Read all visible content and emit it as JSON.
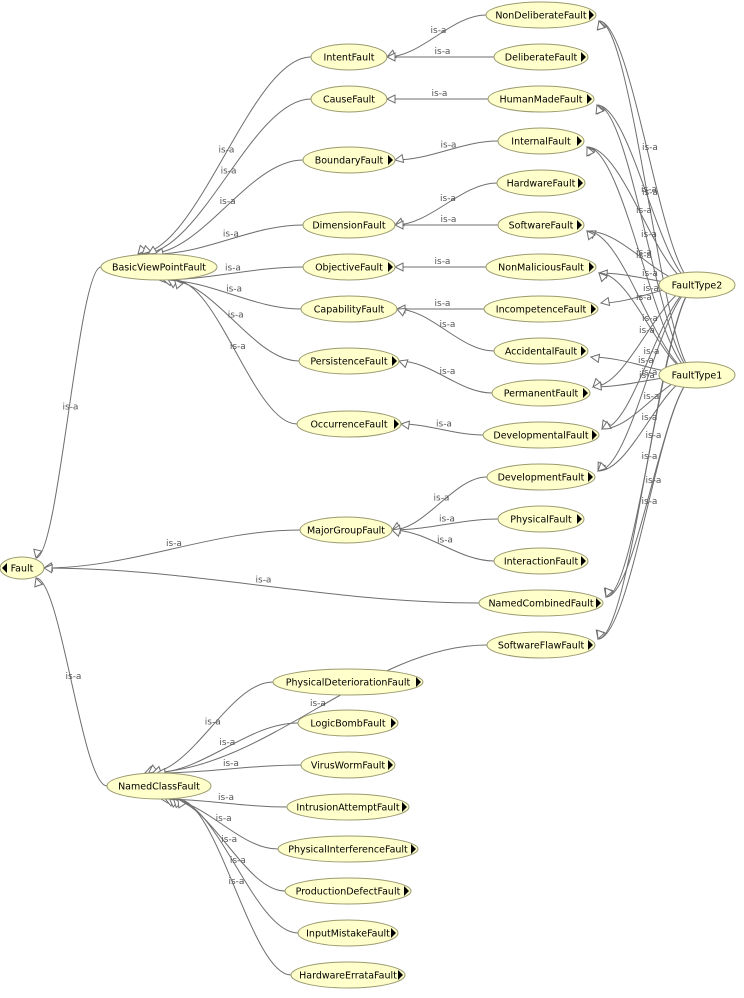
{
  "edge_label": "is-a",
  "nodes": [
    {
      "id": "fault",
      "label": "Fault",
      "expand": "left"
    },
    {
      "id": "bvpf",
      "label": "BasicViewPointFault"
    },
    {
      "id": "majorgroup",
      "label": "MajorGroupFault"
    },
    {
      "id": "namedclass",
      "label": "NamedClassFault"
    },
    {
      "id": "intent",
      "label": "IntentFault"
    },
    {
      "id": "cause",
      "label": "CauseFault"
    },
    {
      "id": "boundary",
      "label": "BoundaryFault",
      "expand": "right"
    },
    {
      "id": "dimension",
      "label": "DimensionFault"
    },
    {
      "id": "objective",
      "label": "ObjectiveFault",
      "expand": "right"
    },
    {
      "id": "capability",
      "label": "CapabilityFault"
    },
    {
      "id": "persistence",
      "label": "PersistenceFault",
      "expand": "right"
    },
    {
      "id": "occurrence",
      "label": "OccurrenceFault",
      "expand": "right"
    },
    {
      "id": "nondeliberate",
      "label": "NonDeliberateFault",
      "expand": "right"
    },
    {
      "id": "deliberate",
      "label": "DeliberateFault",
      "expand": "right"
    },
    {
      "id": "humanmade",
      "label": "HumanMadeFault",
      "expand": "right"
    },
    {
      "id": "internal",
      "label": "InternalFault",
      "expand": "right"
    },
    {
      "id": "hardware",
      "label": "HardwareFault",
      "expand": "right"
    },
    {
      "id": "software",
      "label": "SoftwareFault",
      "expand": "right"
    },
    {
      "id": "nonmalicious",
      "label": "NonMaliciousFault",
      "expand": "right"
    },
    {
      "id": "incompetence",
      "label": "IncompetenceFault",
      "expand": "right"
    },
    {
      "id": "accidental",
      "label": "AccidentalFault",
      "expand": "right"
    },
    {
      "id": "permanent",
      "label": "PermanentFault",
      "expand": "right"
    },
    {
      "id": "developmental",
      "label": "DevelopmentalFault",
      "expand": "right"
    },
    {
      "id": "development",
      "label": "DevelopmentFault",
      "expand": "right"
    },
    {
      "id": "physical",
      "label": "PhysicalFault",
      "expand": "right"
    },
    {
      "id": "interaction",
      "label": "InteractionFault",
      "expand": "right"
    },
    {
      "id": "namedcombined",
      "label": "NamedCombinedFault",
      "expand": "right"
    },
    {
      "id": "softwareflaw",
      "label": "SoftwareFlawFault",
      "expand": "right"
    },
    {
      "id": "physdet",
      "label": "PhysicalDeteriorationFault",
      "expand": "right"
    },
    {
      "id": "logicbomb",
      "label": "LogicBombFault",
      "expand": "right"
    },
    {
      "id": "virusworm",
      "label": "VirusWormFault",
      "expand": "right"
    },
    {
      "id": "intrusion",
      "label": "IntrusionAttemptFault",
      "expand": "right"
    },
    {
      "id": "physinterf",
      "label": "PhysicalInterferenceFault",
      "expand": "right"
    },
    {
      "id": "proddefect",
      "label": "ProductionDefectFault",
      "expand": "right"
    },
    {
      "id": "inputmistake",
      "label": "InputMistakeFault",
      "expand": "right"
    },
    {
      "id": "hwerrata",
      "label": "HardwareErrataFault",
      "expand": "right"
    },
    {
      "id": "ft2",
      "label": "FaultType2"
    },
    {
      "id": "ft1",
      "label": "FaultType1"
    }
  ],
  "edges": [
    {
      "from": "bvpf",
      "to": "fault"
    },
    {
      "from": "majorgroup",
      "to": "fault"
    },
    {
      "from": "namedcombined",
      "to": "fault"
    },
    {
      "from": "namedclass",
      "to": "fault"
    },
    {
      "from": "intent",
      "to": "bvpf"
    },
    {
      "from": "cause",
      "to": "bvpf"
    },
    {
      "from": "boundary",
      "to": "bvpf"
    },
    {
      "from": "dimension",
      "to": "bvpf"
    },
    {
      "from": "objective",
      "to": "bvpf"
    },
    {
      "from": "capability",
      "to": "bvpf"
    },
    {
      "from": "persistence",
      "to": "bvpf"
    },
    {
      "from": "occurrence",
      "to": "bvpf"
    },
    {
      "from": "nondeliberate",
      "to": "intent"
    },
    {
      "from": "deliberate",
      "to": "intent"
    },
    {
      "from": "humanmade",
      "to": "cause"
    },
    {
      "from": "internal",
      "to": "boundary"
    },
    {
      "from": "hardware",
      "to": "dimension"
    },
    {
      "from": "software",
      "to": "dimension"
    },
    {
      "from": "nonmalicious",
      "to": "objective"
    },
    {
      "from": "incompetence",
      "to": "capability"
    },
    {
      "from": "accidental",
      "to": "capability"
    },
    {
      "from": "permanent",
      "to": "persistence"
    },
    {
      "from": "developmental",
      "to": "occurrence"
    },
    {
      "from": "development",
      "to": "majorgroup"
    },
    {
      "from": "physical",
      "to": "majorgroup"
    },
    {
      "from": "interaction",
      "to": "majorgroup"
    },
    {
      "from": "softwareflaw",
      "to": "namedclass"
    },
    {
      "from": "physdet",
      "to": "namedclass"
    },
    {
      "from": "logicbomb",
      "to": "namedclass"
    },
    {
      "from": "virusworm",
      "to": "namedclass"
    },
    {
      "from": "intrusion",
      "to": "namedclass"
    },
    {
      "from": "physinterf",
      "to": "namedclass"
    },
    {
      "from": "proddefect",
      "to": "namedclass"
    },
    {
      "from": "inputmistake",
      "to": "namedclass"
    },
    {
      "from": "hwerrata",
      "to": "namedclass"
    },
    {
      "from": "ft2",
      "to": "nondeliberate"
    },
    {
      "from": "ft2",
      "to": "humanmade"
    },
    {
      "from": "ft2",
      "to": "internal"
    },
    {
      "from": "ft2",
      "to": "software"
    },
    {
      "from": "ft2",
      "to": "nonmalicious"
    },
    {
      "from": "ft2",
      "to": "incompetence"
    },
    {
      "from": "ft2",
      "to": "permanent"
    },
    {
      "from": "ft2",
      "to": "developmental"
    },
    {
      "from": "ft2",
      "to": "development"
    },
    {
      "from": "ft2",
      "to": "namedcombined"
    },
    {
      "from": "ft2",
      "to": "softwareflaw"
    },
    {
      "from": "ft1",
      "to": "nondeliberate"
    },
    {
      "from": "ft1",
      "to": "humanmade"
    },
    {
      "from": "ft1",
      "to": "internal"
    },
    {
      "from": "ft1",
      "to": "software"
    },
    {
      "from": "ft1",
      "to": "nonmalicious"
    },
    {
      "from": "ft1",
      "to": "accidental"
    },
    {
      "from": "ft1",
      "to": "permanent"
    },
    {
      "from": "ft1",
      "to": "developmental"
    },
    {
      "from": "ft1",
      "to": "development"
    },
    {
      "from": "ft1",
      "to": "namedcombined"
    },
    {
      "from": "ft1",
      "to": "softwareflaw"
    }
  ]
}
